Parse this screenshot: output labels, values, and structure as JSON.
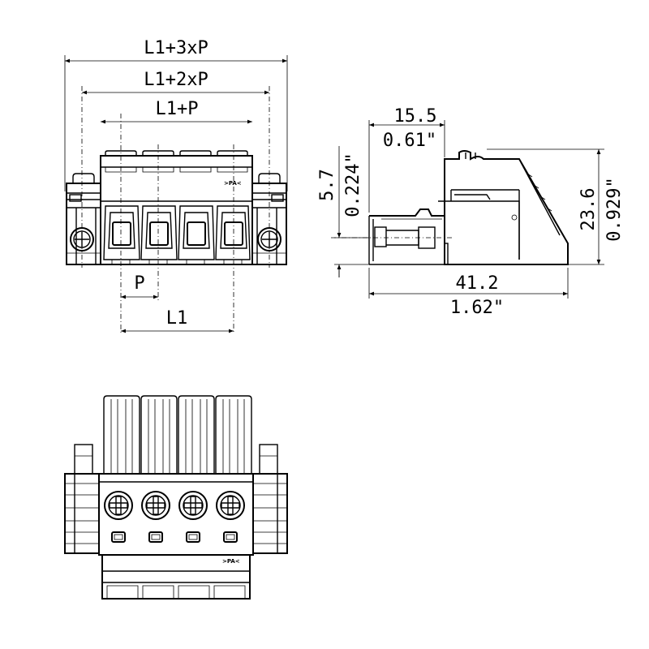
{
  "front_view": {
    "dim_l1_3p": "L1+3xP",
    "dim_l1_2p": "L1+2xP",
    "dim_l1_p": "L1+P",
    "dim_p": "P",
    "dim_l1": "L1",
    "marking": ">PA<"
  },
  "side_view": {
    "depth_mm": "15.5",
    "depth_in": "0.61\"",
    "pin_offset_mm": "5.7",
    "pin_offset_in": "0.224\"",
    "height_mm": "23.6",
    "height_in": "0.929\"",
    "length_mm": "41.2",
    "length_in": "1.62\""
  },
  "bottom_view": {
    "marking": ">PA<"
  }
}
